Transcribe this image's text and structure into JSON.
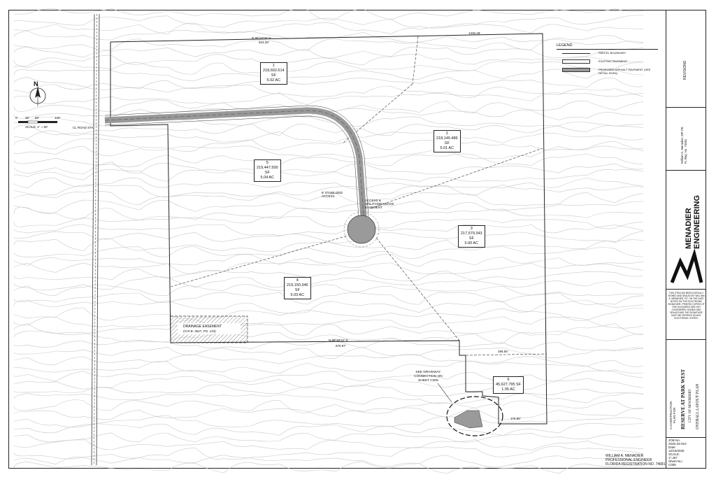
{
  "north_arrow": {
    "letter": "N"
  },
  "scale_bar": {
    "ticks": [
      "0'",
      "30'",
      "60'",
      "120'"
    ],
    "scale_text": "SCALE: 1\" = 60'"
  },
  "legend": {
    "title": "LEGEND",
    "items": [
      {
        "label": "PARCEL BOUNDARY",
        "style": "line"
      },
      {
        "label": "EXISTING PAVEMENT",
        "style": "box"
      },
      {
        "label": "PROPOSED ASPHALT PAVEMENT (SEE DETAIL S5/S6)",
        "style": "gray-box"
      }
    ]
  },
  "lots": [
    {
      "id": "lot-1",
      "number": "1",
      "sf": "218,602.614",
      "sf_unit": "SF",
      "ac": "5.02 AC"
    },
    {
      "id": "lot-2",
      "number": "2",
      "sf": "218,145.486",
      "sf_unit": "SF",
      "ac": "5.01 AC"
    },
    {
      "id": "lot-3",
      "number": "3",
      "sf": "217,579.343",
      "sf_unit": "SF",
      "ac": "5.00 AC"
    },
    {
      "id": "lot-4",
      "number": "4",
      "sf": "219,150.346",
      "sf_unit": "SF",
      "ac": "5.03 AC"
    },
    {
      "id": "lot-5",
      "number": "5",
      "sf": "219,447.500",
      "sf_unit": "SF",
      "ac": "5.04 AC"
    },
    {
      "id": "lot-6",
      "number": "6",
      "sf": "45,627.795 SF",
      "sf_unit": "",
      "ac": "1.05 AC"
    }
  ],
  "annotations": {
    "drainage": "DRAINAGE EASEMENT",
    "drainage_ref": "(O.R.B. 3527, PG. 133)",
    "driveway_note": "SEE DRIVEWAY\nCONNECTION ON\nSHEET C005",
    "road_station": "CL ROAD STA.",
    "top_bearing": "N 89°47'00\" E",
    "top_distance": "924.28'",
    "top_right_distance": "1336.49'",
    "bottom_bearing": "N 89°40'22\" E",
    "bottom_distance": "875.97'",
    "lower_right_distance": "296.56'",
    "bottom_right_distance": "176.56'",
    "access_easement": "ACCESS &\nUTILITY/DRAINAGE\nEASEMENT",
    "stabilized_access": "8' STABILIZED\nACCESS"
  },
  "title_block": {
    "revisions": "REVISIONS",
    "firm_name_line1": "MENADIER",
    "firm_name_line2": "ENGINEERING",
    "seal_text": "William A. Menadier, MP, PE\nFL Reg. No. 74681",
    "seal_note": "THIS ITEM HAS BEEN DIGITALLY SIGNED AND SEALED BY WILLIAM A. MENADIER, P.E. ON THE DATE NOTED ON THE ELECTRONIC SIGNATURE. PRINTED COPIES OF THIS DOCUMENT ARE NOT CONSIDERED SIGNED AND SEALED AND THE SIGNATURE MUST BE VERIFIED ON ANY ELECTRONIC COPIES.",
    "project_type": "A CONSTRUCTION\nPLAN FOR",
    "project_name": "RESERVE AT PARK WEST",
    "city": "CITY OF NEWBERRY",
    "sheet_title": "OVERALL LAYOUT PLAN",
    "job_no_label": "JOB No.",
    "job_no": "2025-33-010",
    "date_label": "Date:",
    "date": "12/15/2025",
    "scale_label": "SCALE:",
    "scale": "1\"=60'",
    "sheet_label": "Sheet No.:",
    "sheet_no": "C005"
  },
  "engineer": {
    "name": "WILLIAM A. MENADIER",
    "title": "PROFESSIONAL ENGINEER",
    "registration": "FLORIDA REGISTRATION NO. 74681"
  }
}
